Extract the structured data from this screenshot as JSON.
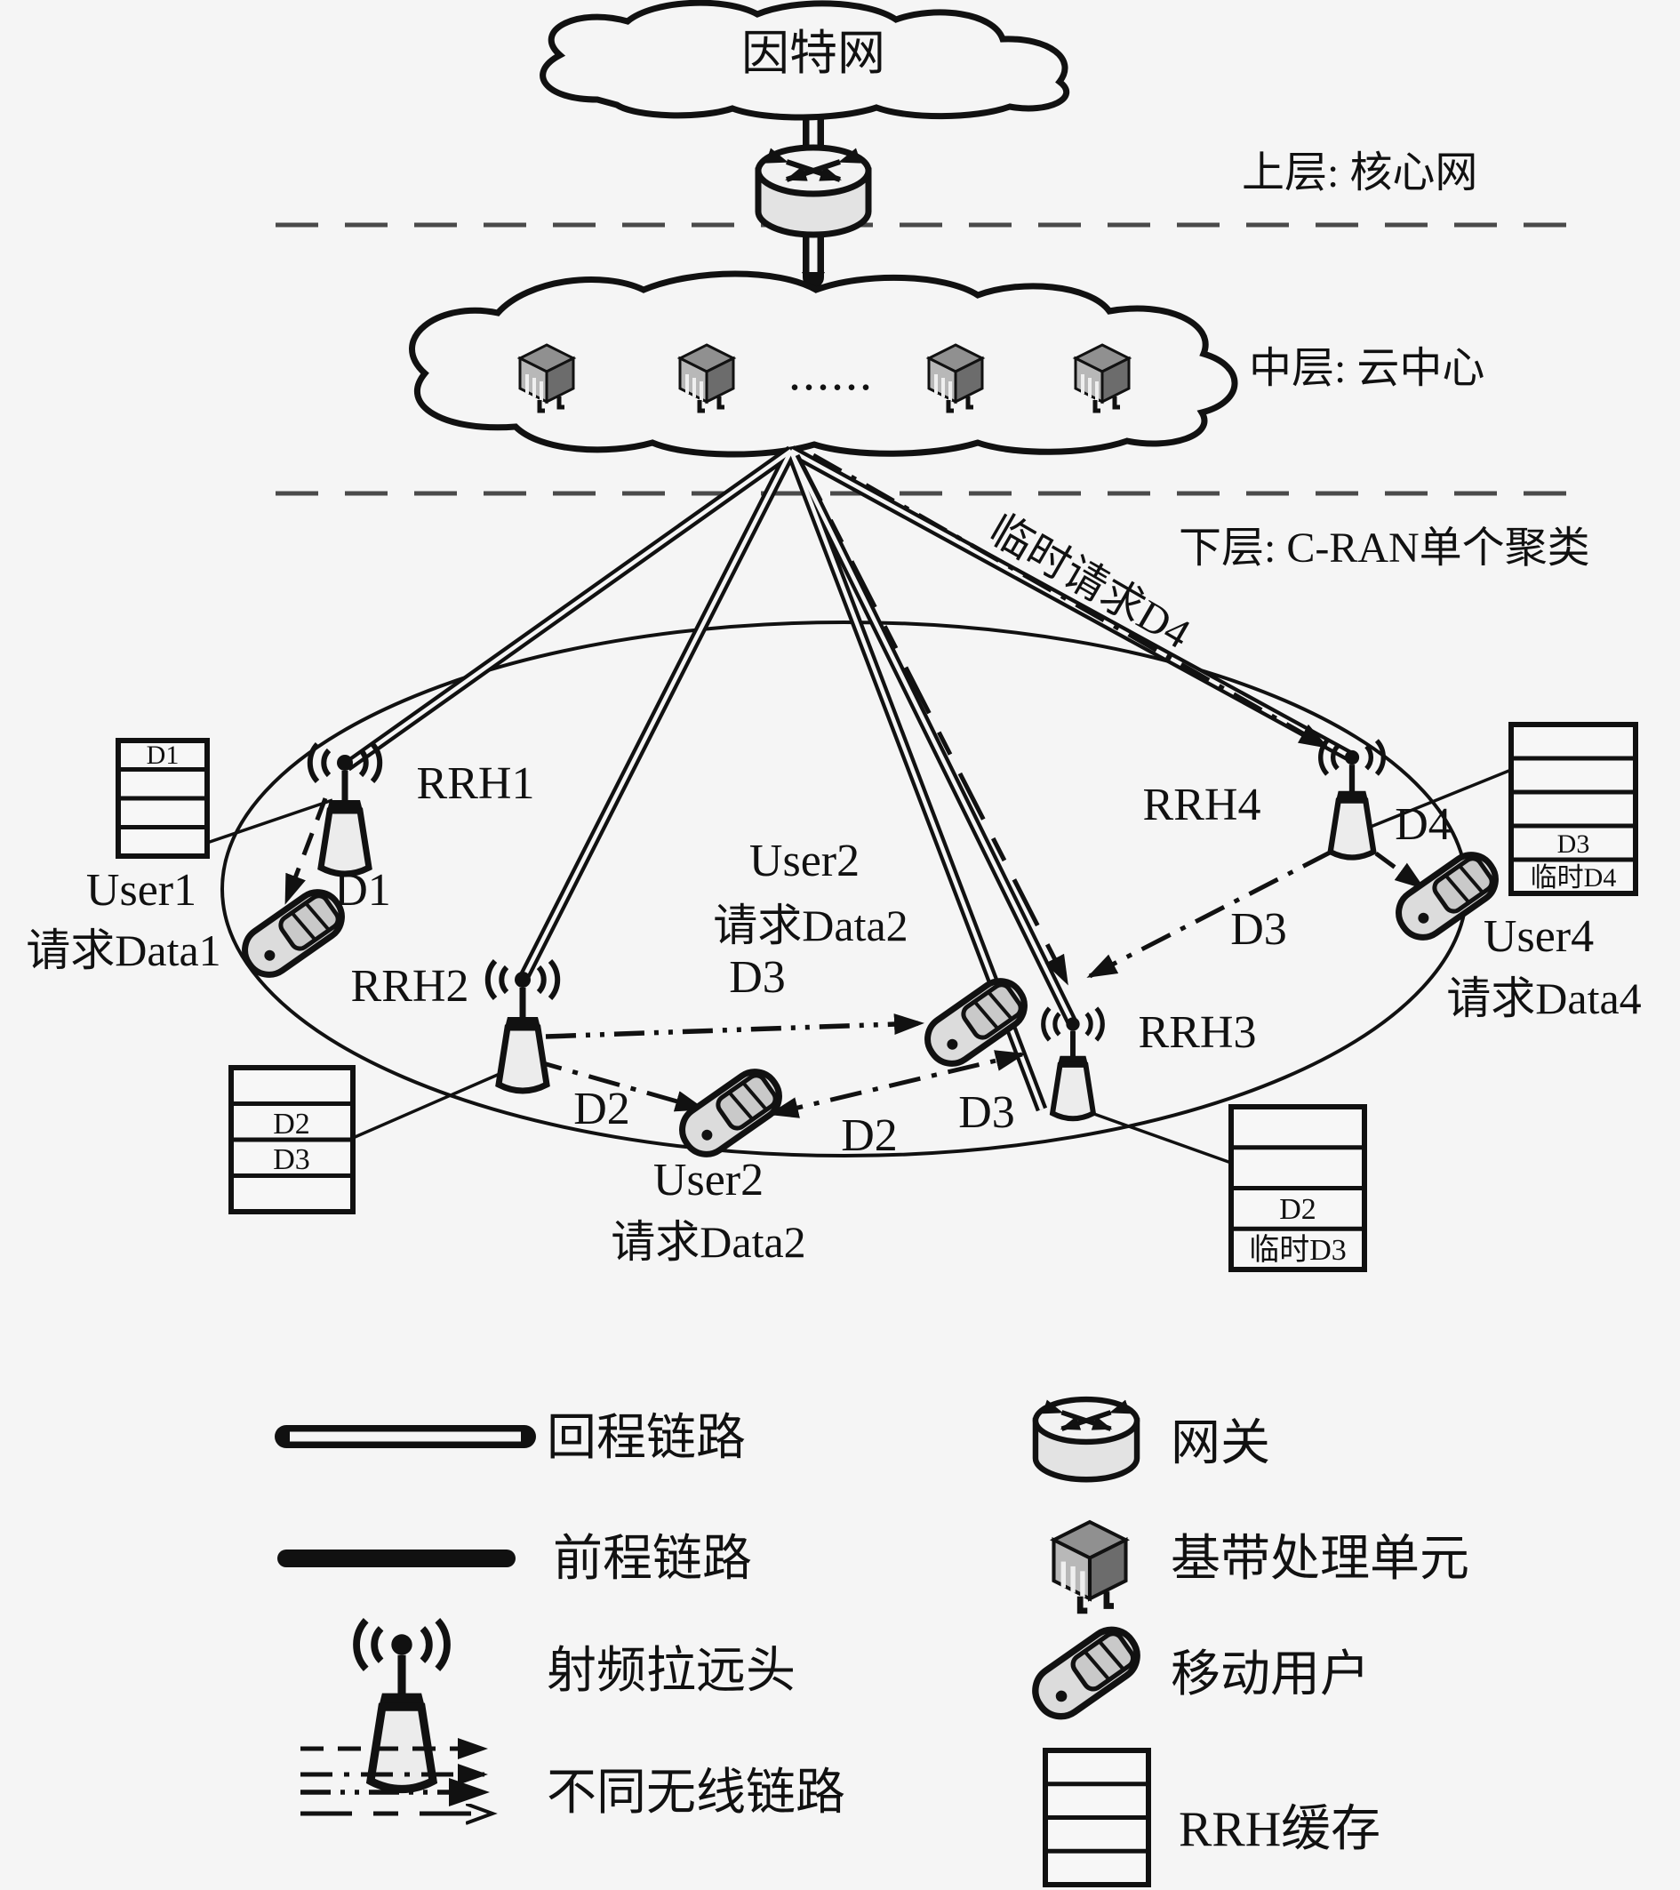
{
  "clouds": {
    "internet": "因特网"
  },
  "layers": {
    "top": "上层: 核心网",
    "middle": "中层: 云中心",
    "bottom": "下层: C-RAN单个聚类"
  },
  "dots": "......",
  "nodes": {
    "rrh1": "RRH1",
    "rrh2": "RRH2",
    "rrh3": "RRH3",
    "rrh4": "RRH4"
  },
  "users": {
    "user1": {
      "name": "User1",
      "request": "请求Data1"
    },
    "user2a": {
      "name": "User2",
      "request": "请求Data2"
    },
    "user2b": {
      "name": "User2",
      "request": "请求Data2"
    },
    "user4": {
      "name": "User4",
      "request": "请求Data4"
    }
  },
  "link_labels": {
    "temp_request_d4": "临时请求D4",
    "d1": "D1",
    "d2_from_rrh2": "D2",
    "d2_from_rrh3": "D2",
    "d3_horizontal": "D3",
    "d3_lower": "D3",
    "d3_from_rrh4": "D3",
    "d4": "D4"
  },
  "caches": {
    "rrh1": [
      "D1",
      "",
      "",
      ""
    ],
    "rrh2": [
      "",
      "D2",
      "D3",
      ""
    ],
    "rrh3": [
      "",
      "",
      "D2",
      "临时D3"
    ],
    "rrh4": [
      "",
      "",
      "",
      "D3",
      "临时D4"
    ],
    "legend": [
      "",
      "",
      "",
      ""
    ]
  },
  "legend": {
    "backhaul": "回程链路",
    "fronthaul": "前程链路",
    "rrh": "射频拉远头",
    "wireless": "不同无线链路",
    "gateway": "网关",
    "bbu": "基带处理单元",
    "mobile": "移动用户",
    "cache": "RRH缓存"
  }
}
